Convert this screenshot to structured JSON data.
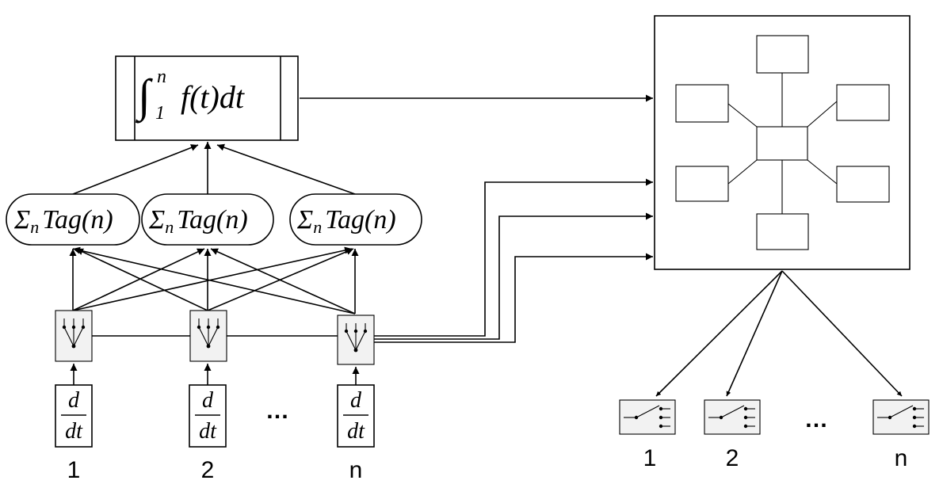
{
  "integral": {
    "symbol": "∫",
    "upper": "n",
    "lower": "1",
    "body": "f(t)dt"
  },
  "sum_nodes": [
    {
      "sigma": "Σ",
      "sub": "n",
      "body": "Tag(n)"
    },
    {
      "sigma": "Σ",
      "sub": "n",
      "body": "Tag(n)"
    },
    {
      "sigma": "Σ",
      "sub": "n",
      "body": "Tag(n)"
    }
  ],
  "derivative": {
    "numerator": "d",
    "denominator": "dt"
  },
  "input_labels": [
    "1",
    "2",
    "n"
  ],
  "input_ellipsis": "…",
  "output_labels": [
    "1",
    "2",
    "n"
  ],
  "output_ellipsis": "…",
  "hub_color": "#b9f38f"
}
